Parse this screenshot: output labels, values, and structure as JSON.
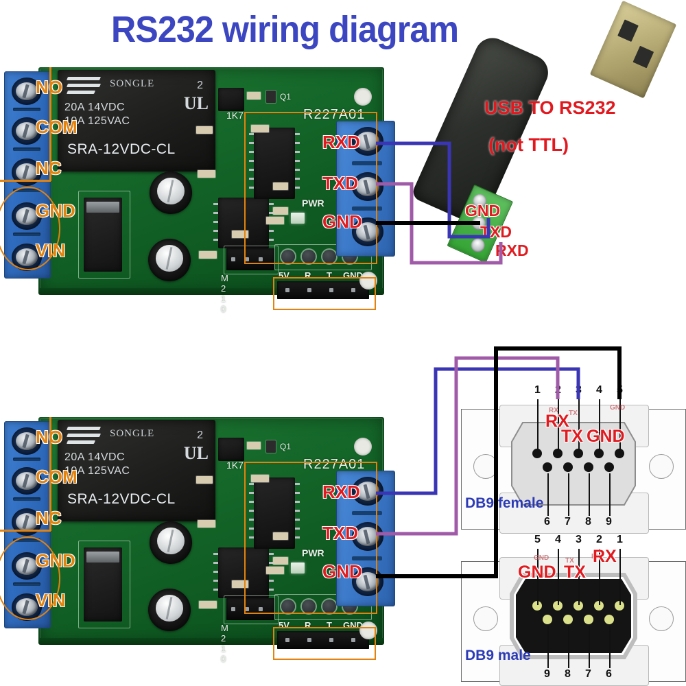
{
  "title": "RS232 wiring diagram",
  "colors": {
    "title_blue": "#3b46c0",
    "label_orange": "#e2820f",
    "label_red": "#e01b20",
    "db9_name_blue": "#2c3bb5",
    "wire_gnd_black": "#000000",
    "wire_rxd_blue": "#3a35b5",
    "wire_txd_purple": "#a05ba8",
    "pcb_green": "#15682a",
    "terminal_blue": "#2f6cc0"
  },
  "board": {
    "left_terminal_labels": [
      "NO",
      "COM",
      "NC",
      "GND",
      "VIN"
    ],
    "right_terminal_labels": [
      "RXD",
      "TXD",
      "GND"
    ],
    "relay": {
      "brand": "SONGLE",
      "rating_dc": "20A 14VDC",
      "rating_ac": "10A 125VAC",
      "part_number": "SRA-12VDC-CL",
      "ul_mark": "UL",
      "contact_form": "2"
    },
    "silkscreen": {
      "board_id": "R227A01",
      "diode": "Q1",
      "resistor": "1K7",
      "power_led": "PWR",
      "jumper": "M 2 1 0",
      "header_pins": [
        "5V",
        "R",
        "T",
        "GND"
      ]
    }
  },
  "usb_adapter": {
    "title_line1": "USB TO RS232",
    "title_line2": "(not TTL)",
    "terminal_labels": [
      "GND",
      "TXD",
      "RXD"
    ]
  },
  "db9_female": {
    "name": "DB9 female",
    "top_pins": [
      "1",
      "2",
      "3",
      "4",
      "5"
    ],
    "bottom_pins": [
      "6",
      "7",
      "8",
      "9"
    ],
    "signal_labels": [
      "RX",
      "TX",
      "GND"
    ],
    "faint_labels": [
      "RX",
      "TX",
      "GND"
    ],
    "pin_map": {
      "2": "RX",
      "3": "TX",
      "5": "GND"
    }
  },
  "db9_male": {
    "name": "DB9 male",
    "top_pins": [
      "5",
      "4",
      "3",
      "2",
      "1"
    ],
    "bottom_pins": [
      "9",
      "8",
      "7",
      "6"
    ],
    "signal_labels": [
      "GND",
      "TX",
      "RX"
    ],
    "faint_labels": [
      "GND",
      "TX",
      "RX"
    ],
    "pin_map": {
      "5": "GND",
      "3": "TX",
      "2": "RX"
    }
  },
  "connections": {
    "usb": [
      {
        "from": "RXD",
        "to": "TXD",
        "color": "#3a35b5"
      },
      {
        "from": "TXD",
        "to": "RXD",
        "color": "#a05ba8"
      },
      {
        "from": "GND",
        "to": "GND",
        "color": "#000000"
      }
    ],
    "db9": [
      {
        "from": "RXD",
        "to": "pin 3 (TX)",
        "color": "#3a35b5"
      },
      {
        "from": "TXD",
        "to": "pin 2 (RX)",
        "color": "#a05ba8"
      },
      {
        "from": "GND",
        "to": "pin 5 (GND)",
        "color": "#000000"
      }
    ]
  }
}
